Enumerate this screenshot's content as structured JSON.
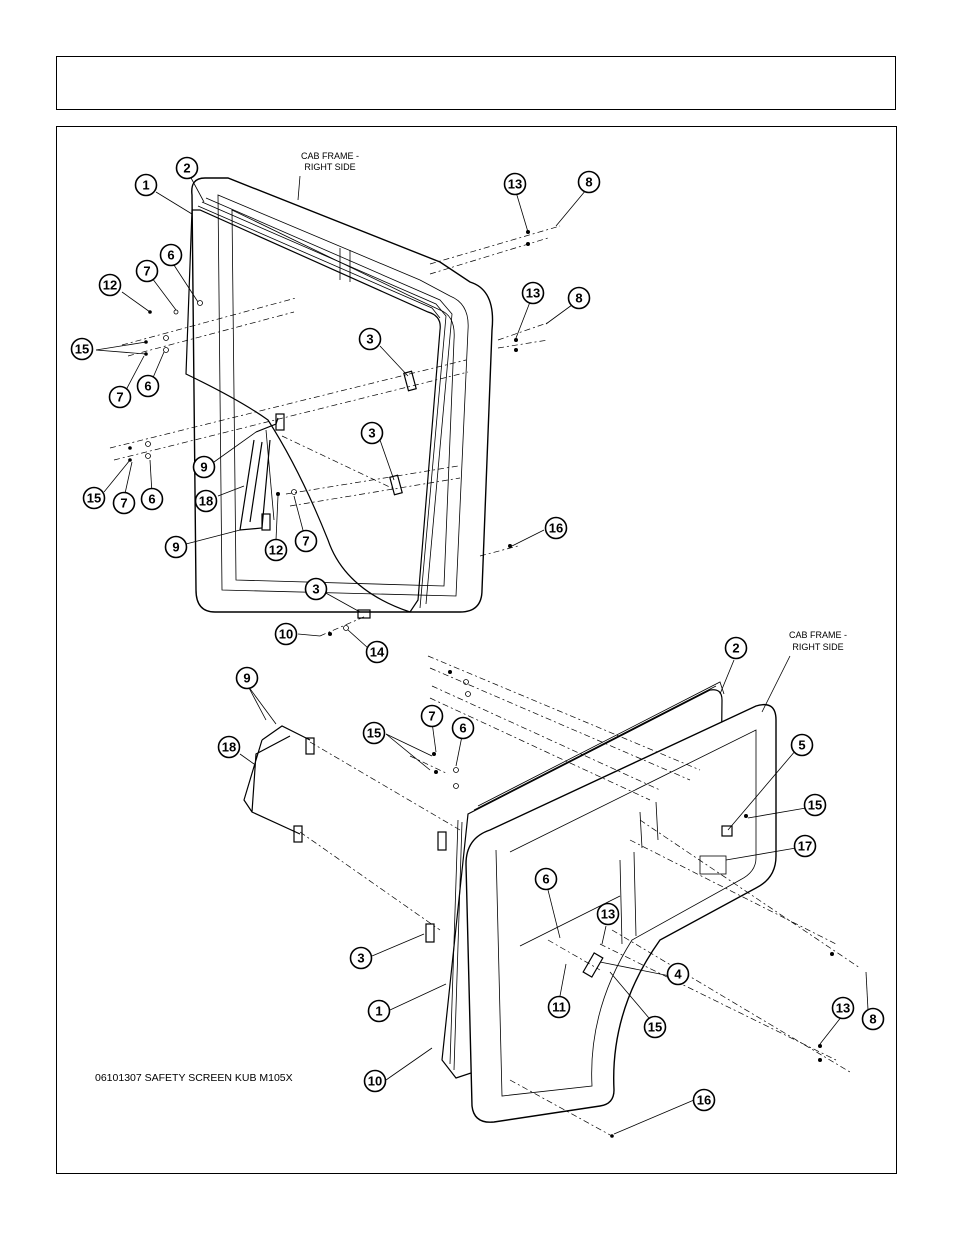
{
  "header": {
    "title": ""
  },
  "drawing": {
    "caption": "06101307 SAFETY SCREEN KUB M105X",
    "top_view": {
      "frame_label_line1": "CAB FRAME -",
      "frame_label_line2": "RIGHT SIDE",
      "callouts": [
        "1",
        "2",
        "13",
        "8",
        "6",
        "7",
        "12",
        "15",
        "7",
        "6",
        "13",
        "8",
        "3",
        "9",
        "3",
        "15",
        "7",
        "6",
        "18",
        "9",
        "12",
        "7",
        "16",
        "3",
        "10",
        "14"
      ]
    },
    "bottom_view": {
      "frame_label_line1": "CAB FRAME -",
      "frame_label_line2": "RIGHT SIDE",
      "callouts": [
        "2",
        "9",
        "7",
        "6",
        "15",
        "18",
        "5",
        "15",
        "17",
        "6",
        "13",
        "3",
        "4",
        "11",
        "1",
        "15",
        "13",
        "8",
        "10",
        "16"
      ]
    }
  }
}
